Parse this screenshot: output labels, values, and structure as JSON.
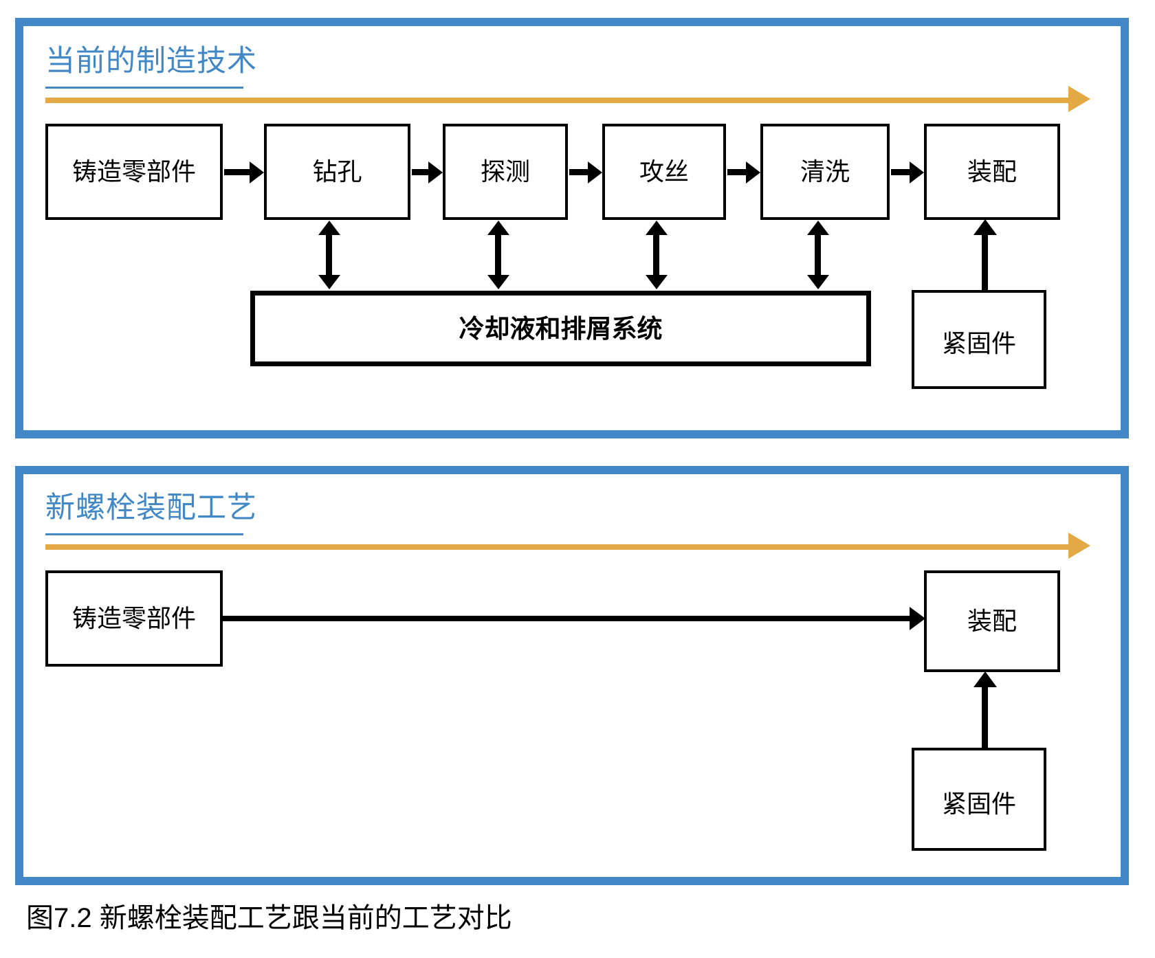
{
  "figure": {
    "caption": "图7.2  新螺栓装配工艺跟当前的工艺对比",
    "accent_blue": "#4287c6",
    "accent_orange": "#e3a944",
    "line_black": "#000000"
  },
  "panels": [
    {
      "id": "current",
      "title": "当前的制造技术",
      "process_steps": [
        {
          "label": "铸造零部件"
        },
        {
          "label": "钻孔"
        },
        {
          "label": "探测"
        },
        {
          "label": "攻丝"
        },
        {
          "label": "清洗"
        },
        {
          "label": "装配"
        }
      ],
      "support_box": {
        "label": "冷却液和排屑系统"
      },
      "input_box": {
        "label": "紧固件"
      }
    },
    {
      "id": "new",
      "title": "新螺栓装配工艺",
      "process_steps": [
        {
          "label": "铸造零部件"
        },
        {
          "label": "装配"
        }
      ],
      "input_box": {
        "label": "紧固件"
      }
    }
  ]
}
